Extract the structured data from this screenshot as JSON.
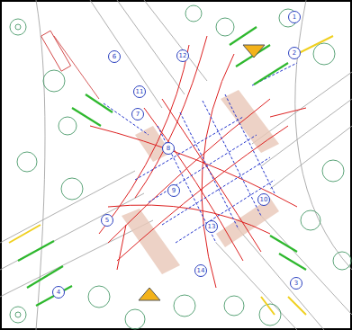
{
  "diagram": {
    "labels": [
      "1",
      "2",
      "3",
      "4",
      "5",
      "6",
      "7",
      "8",
      "9",
      "10",
      "11",
      "12",
      "13",
      "14"
    ]
  }
}
